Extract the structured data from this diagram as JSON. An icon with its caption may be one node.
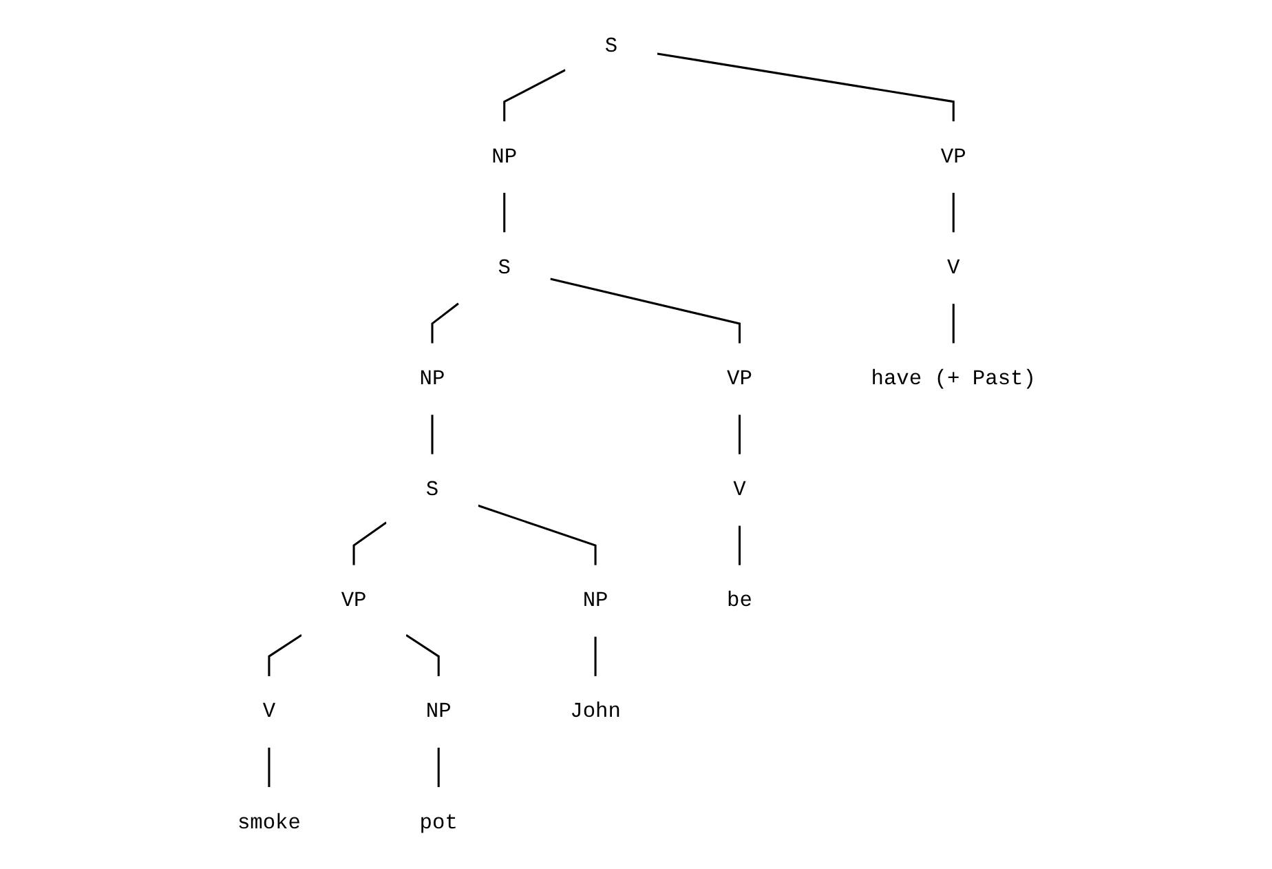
{
  "diagram": {
    "nodes": [
      {
        "text": [
          "S"
        ]
      },
      {
        "text": [
          "NP"
        ]
      },
      {
        "text": [
          "VP"
        ]
      },
      {
        "text": [
          "S"
        ]
      },
      {
        "text": [
          "NP"
        ]
      },
      {
        "text": [
          "VP"
        ]
      },
      {
        "text": [
          "V"
        ]
      },
      {
        "text": [
          "S"
        ]
      },
      {
        "text": [
          "VP"
        ]
      },
      {
        "text": [
          "V"
        ]
      },
      {
        "text": [
          "NP"
        ]
      },
      {
        "text": [
          "V"
        ]
      },
      {
        "text": [
          "NP"
        ]
      },
      {
        "text": [
          "John"
        ]
      },
      {
        "text": [
          "smoke"
        ]
      },
      {
        "text": [
          "pot"
        ]
      },
      {
        "text": [
          "be"
        ]
      },
      {
        "text": [
          "have (+ Past)"
        ]
      }
    ],
    "edges": [
      {
        "from": 0,
        "to": 1,
        "arrow": "none"
      },
      {
        "from": 0,
        "to": 2,
        "arrow": "none"
      },
      {
        "from": 1,
        "to": 3,
        "arrow": "none"
      },
      {
        "from": 2,
        "to": 6,
        "arrow": "none"
      },
      {
        "from": 3,
        "to": 4,
        "arrow": "none"
      },
      {
        "from": 3,
        "to": 5,
        "arrow": "none"
      },
      {
        "from": 4,
        "to": 7,
        "arrow": "none"
      },
      {
        "from": 5,
        "to": 9,
        "arrow": "none"
      },
      {
        "from": 6,
        "to": 17,
        "arrow": "none"
      },
      {
        "from": 7,
        "to": 10,
        "arrow": "none"
      },
      {
        "from": 7,
        "to": 8,
        "arrow": "none"
      },
      {
        "from": 8,
        "to": 11,
        "arrow": "none"
      },
      {
        "from": 8,
        "to": 12,
        "arrow": "none"
      },
      {
        "from": 10,
        "to": 13,
        "arrow": "none"
      },
      {
        "from": 11,
        "to": 14,
        "arrow": "none"
      },
      {
        "from": 12,
        "to": 15,
        "arrow": "none"
      },
      {
        "from": 9,
        "to": 16,
        "arrow": "none"
      }
    ]
  }
}
